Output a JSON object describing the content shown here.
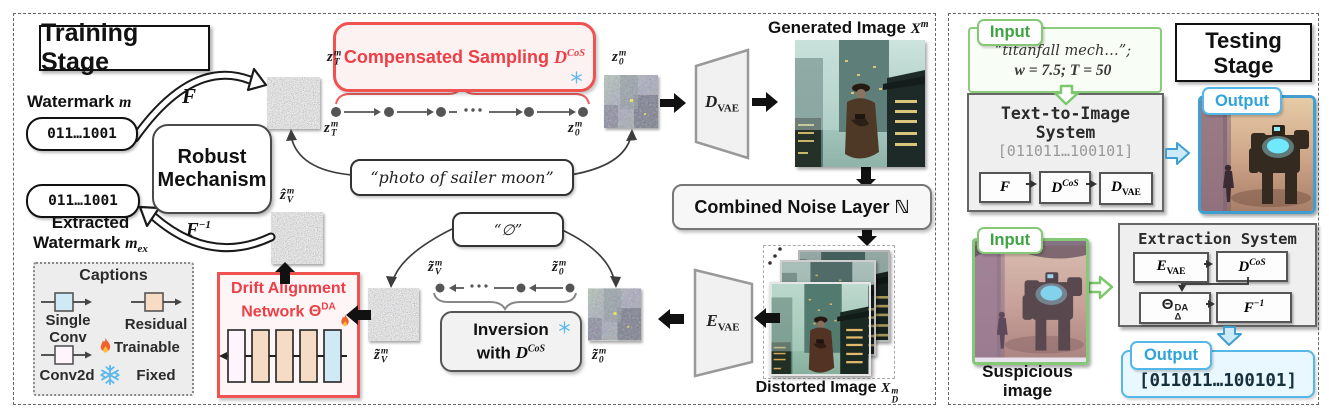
{
  "colors": {
    "accent_red": "#ee3e46",
    "accent_green": "#3fa344",
    "accent_blue": "#2fa3dc",
    "legend_single_conv": "#cfe9f5",
    "legend_residual": "#f6dcc4",
    "legend_conv2d": "#fdf4fc"
  },
  "math": {
    "F": "F",
    "Finv_sup": "−1",
    "D": "D",
    "E": "E",
    "CoS": "CoS",
    "VAE": "VAE",
    "N": "ℕ",
    "Theta": "Θ",
    "DA": "DA",
    "Delta": "Δ",
    "z": "z",
    "z_hat": "ẑ",
    "z_tilde": "z̃",
    "m": "m",
    "T": "T",
    "V": "V",
    "zero": "0",
    "X": "X",
    "Dsub": "D",
    "ex": "ex"
  },
  "training": {
    "title": "Training Stage",
    "watermark_label": "Watermark",
    "watermark_value": "011…1001",
    "extracted_value": "011…1001",
    "extracted_line1": "Extracted",
    "extracted_line2": "Watermark",
    "robust_line1": "Robust",
    "robust_line2": "Mechanism",
    "compensated_title": "Compensated Sampling",
    "caption_prompt": "“photo of sailer moon”",
    "caption_null": "“∅”",
    "generated_label": "Generated Image",
    "noise_layer_label": "Combined Noise Layer",
    "distorted_label": "Distorted Image",
    "inversion_line1": "Inversion",
    "inversion_line2": "with",
    "drift_line1": "Drift Alignment",
    "drift_line2": "Network",
    "legend": {
      "title": "Captions",
      "single_line1": "Single",
      "single_line2": "Conv",
      "residual": "Residual",
      "conv2d": "Conv2d",
      "trainable": "Trainable",
      "fixed": "Fixed"
    }
  },
  "testing": {
    "title_line1": "Testing",
    "title_line2": "Stage",
    "input_label": "Input",
    "output_label": "Output",
    "prompt_line1": "“titanfall mech…”;",
    "prompt_line2": "w = 7.5; T = 50",
    "t2i_line1": "Text-to-Image",
    "t2i_line2": "System",
    "t2i_bits": "[011011…100101]",
    "extraction_title": "Extraction System",
    "suspicious_line1": "Suspicious",
    "suspicious_line2": "image",
    "output_bits": "[011011…100101]"
  }
}
